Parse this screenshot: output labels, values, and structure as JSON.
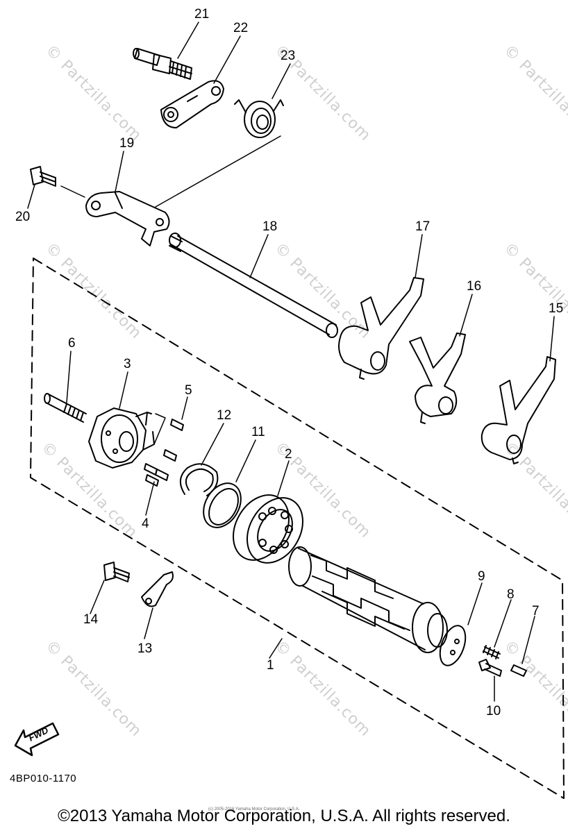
{
  "watermark_text": "© Partzilla.com",
  "part_code": "4BP010-1170",
  "fwd_label": "FWD",
  "copyright": "©2013 Yamaha Motor Corporation, U.S.A. All rights reserved.",
  "copyright_small": "(c) 2005-2016 Yamaha Motor Corporation, U.S.A.",
  "callouts": [
    "1",
    "2",
    "3",
    "4",
    "5",
    "6",
    "7",
    "8",
    "9",
    "10",
    "11",
    "12",
    "13",
    "14",
    "15",
    "16",
    "17",
    "18",
    "19",
    "20",
    "21",
    "22",
    "23"
  ]
}
